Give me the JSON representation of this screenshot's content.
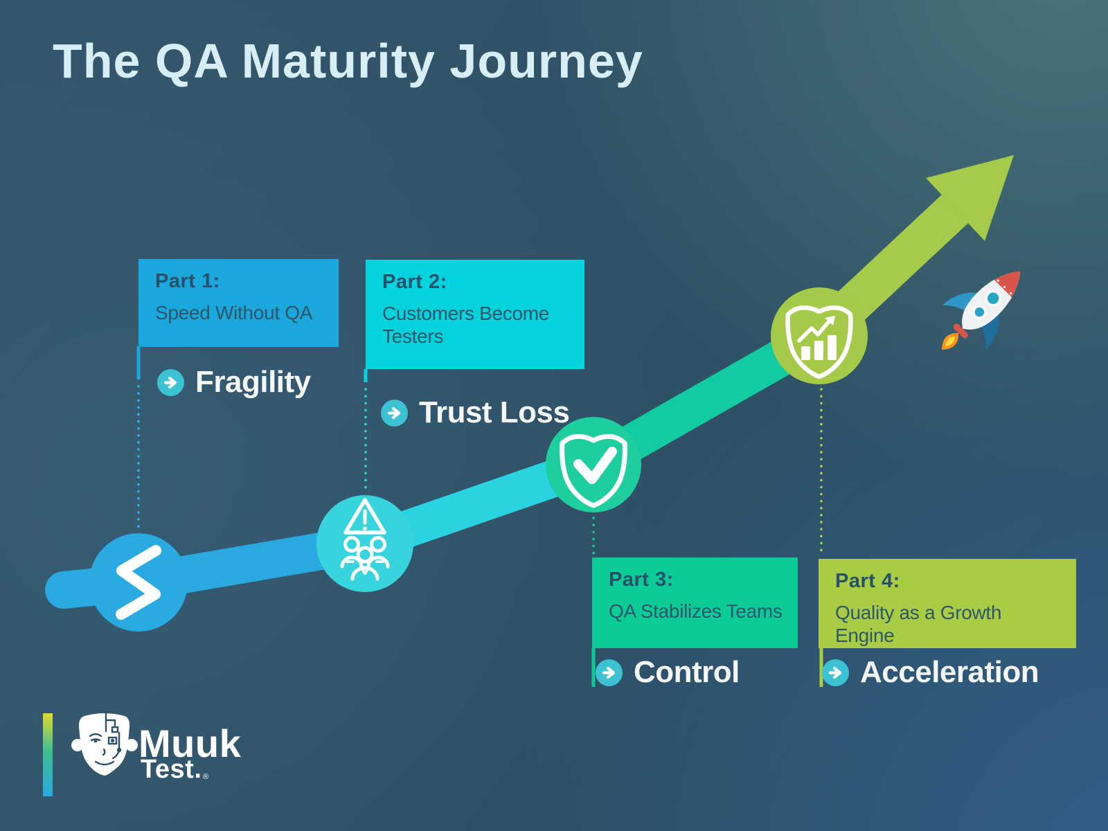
{
  "title": "The QA Maturity Journey",
  "stages": [
    {
      "part_label": "Part 1:",
      "subtitle": "Speed Without QA",
      "outcome": "Fragility",
      "box_color": "#1ba7dc",
      "node_color": "#29abe2",
      "icon": "lightning-icon"
    },
    {
      "part_label": "Part 2:",
      "subtitle": "Customers Become Testers",
      "outcome": "Trust Loss",
      "box_color": "#04d2dd",
      "node_color": "#38d4de",
      "icon": "team-warning-icon"
    },
    {
      "part_label": "Part 3:",
      "subtitle": "QA Stabilizes Teams",
      "outcome": "Control",
      "box_color": "#0bcb97",
      "node_color": "#1fce9e",
      "icon": "shield-check-icon"
    },
    {
      "part_label": "Part 4:",
      "subtitle": "Quality as a Growth Engine",
      "outcome": "Acceleration",
      "box_color": "#a8cc43",
      "node_color": "#a5ca4a",
      "icon": "shield-growth-icon"
    }
  ],
  "path": {
    "segment_colors": [
      "#29a9e0",
      "#2bd2e0",
      "#13cba0",
      "#a6ca49"
    ],
    "end_color": "#a6ca49",
    "end_marker": "up-right-arrow"
  },
  "colors": {
    "title": "#d8eef6",
    "chip": "#3cc2d3",
    "outcome_text": "#f5f7f7",
    "background_base": "#2f5166",
    "background_top_right": "#466e74",
    "background_bottom_right": "#31618c"
  },
  "decorations": {
    "rocket": "rocket-icon"
  },
  "logo": {
    "brand_top": "Muuk",
    "brand_bottom": "Test.",
    "trademark": "®"
  }
}
